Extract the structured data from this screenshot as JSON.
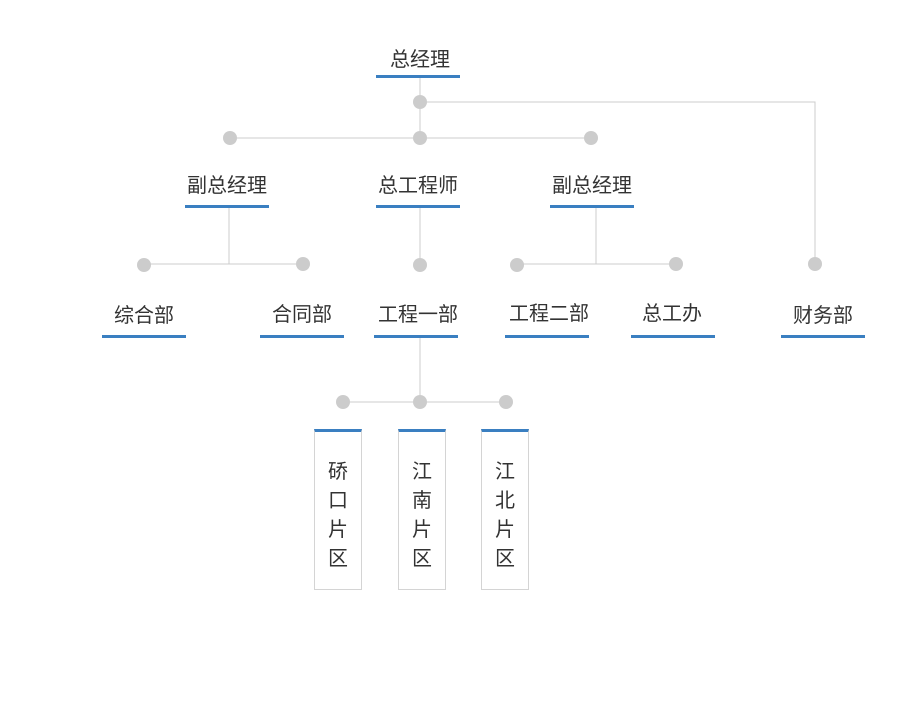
{
  "nodes": {
    "general_manager": "总经理",
    "deputy_gm_left": "副总经理",
    "chief_engineer": "总工程师",
    "deputy_gm_right": "副总经理",
    "general_affairs_dept": "综合部",
    "contract_dept": "合同部",
    "engineering_dept_1": "工程一部",
    "engineering_dept_2": "工程二部",
    "chief_engineer_office": "总工办",
    "finance_dept": "财务部",
    "qiaokou_district": "硚口片区",
    "jiangnan_district": "江南片区",
    "jiangbei_district": "江北片区"
  },
  "colors": {
    "accent": "#3a7fc1",
    "connector": "#cccccc",
    "text": "#333333"
  }
}
